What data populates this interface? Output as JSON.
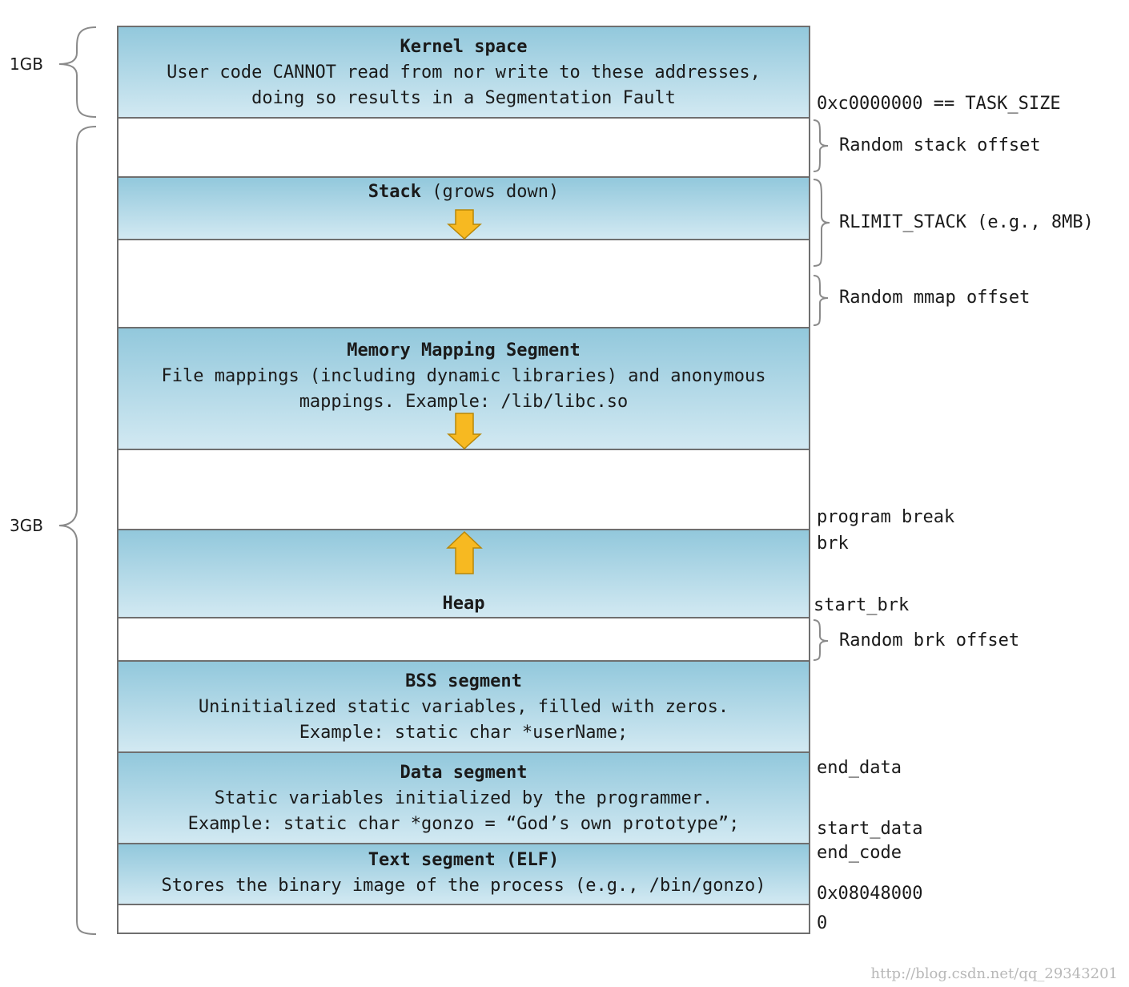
{
  "size_labels": {
    "kernel": "1GB",
    "user": "3GB"
  },
  "segments": {
    "kernel": {
      "title": "Kernel space",
      "lines": [
        "User code CANNOT read from nor write to these addresses,",
        "doing so results in a Segmentation Fault"
      ]
    },
    "stack": {
      "title": "Stack",
      "suffix": " (grows down)"
    },
    "mmap": {
      "title": "Memory Mapping Segment",
      "lines": [
        "File mappings (including dynamic libraries) and anonymous",
        "mappings. Example: /lib/libc.so"
      ]
    },
    "heap": {
      "title": "Heap"
    },
    "bss": {
      "title": "BSS segment",
      "lines": [
        "Uninitialized static variables, filled with zeros.",
        "Example: static char *userName;"
      ]
    },
    "data": {
      "title": "Data segment",
      "lines": [
        "Static variables initialized by the programmer.",
        "Example: static char *gonzo = “God’s own prototype”;"
      ]
    },
    "text": {
      "title": "Text segment (ELF)",
      "lines": [
        "Stores the binary image of the process (e.g., /bin/gonzo)"
      ]
    }
  },
  "side_labels": {
    "random_stack": "Random stack offset",
    "rlimit": "RLIMIT_STACK (e.g., 8MB)",
    "random_mmap": "Random mmap offset",
    "random_brk": "Random brk offset"
  },
  "addresses": {
    "task_size": "0xc0000000 == TASK_SIZE",
    "program_break": "program break",
    "brk": "brk",
    "start_brk": "start_brk",
    "end_data": "end_data",
    "start_data": "start_data",
    "end_code": "end_code",
    "text_start": "0x08048000",
    "zero": "0"
  },
  "watermark": "http://blog.csdn.net/qq_29343201",
  "colors": {
    "segment_top": "#92c8dc",
    "segment_bottom": "#d2e9f2",
    "arrow_fill": "#f7b921",
    "border": "#6f6f6f"
  },
  "icons": {
    "down_arrow": "arrow-down-icon",
    "up_arrow": "arrow-up-icon"
  }
}
